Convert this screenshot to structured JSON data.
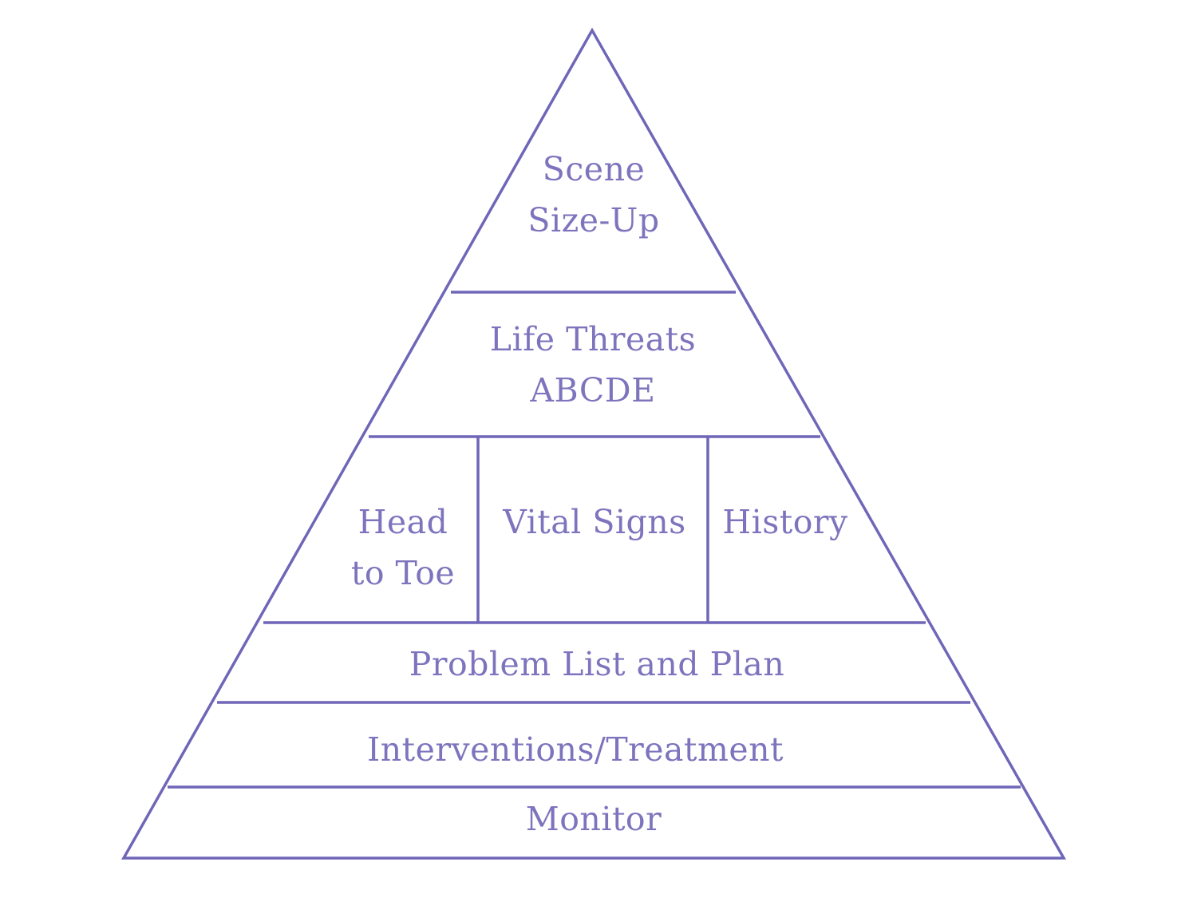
{
  "colors": {
    "line": "#6f66b8",
    "text": "#7d74bd"
  },
  "pyramid": {
    "tier_scene": {
      "line1": "Scene",
      "line2": "Size-Up"
    },
    "tier_life_threats": {
      "line1": "Life Threats",
      "line2": "ABCDE"
    },
    "tier_assessment": {
      "head_to_toe": {
        "line1": "Head",
        "line2": "to Toe"
      },
      "vital_signs": "Vital Signs",
      "history": "History"
    },
    "tier_problem_list": "Problem List and Plan",
    "tier_interventions": "Interventions/Treatment",
    "tier_monitor": "Monitor"
  }
}
